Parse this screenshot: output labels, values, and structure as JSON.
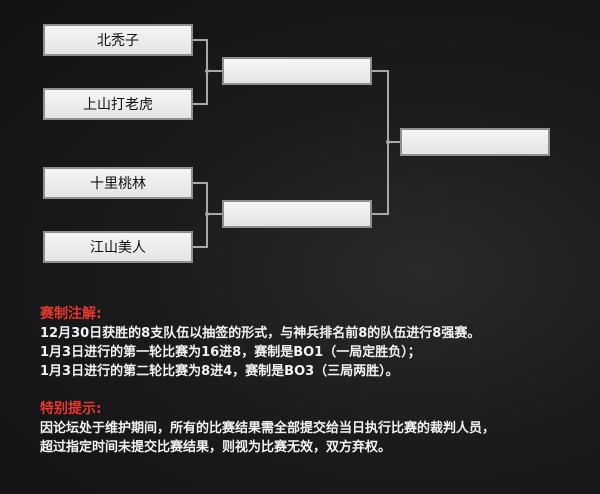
{
  "bracket": {
    "round1": [
      "北秃子",
      "上山打老虎",
      "十里桃林",
      "江山美人"
    ],
    "round2": [
      "",
      ""
    ],
    "final": [
      ""
    ]
  },
  "notes": {
    "rules_title": "赛制注解:",
    "rules_lines": [
      "12月30日获胜的8支队伍以抽签的形式，与神兵排名前8的队伍进行8强赛。",
      "1月3日进行的第一轮比赛为16进8，赛制是BO1（一局定胜负）；",
      "1月3日进行的第二轮比赛为8进4，赛制是BO3（三局两胜）。"
    ],
    "special_title": "特别提示:",
    "special_lines": [
      "因论坛处于维护期间，所有的比赛结果需全部提交给当日执行比赛的裁判人员，",
      "超过指定时间未提交比赛结果，则视为比赛无效，双方弃权。"
    ]
  }
}
